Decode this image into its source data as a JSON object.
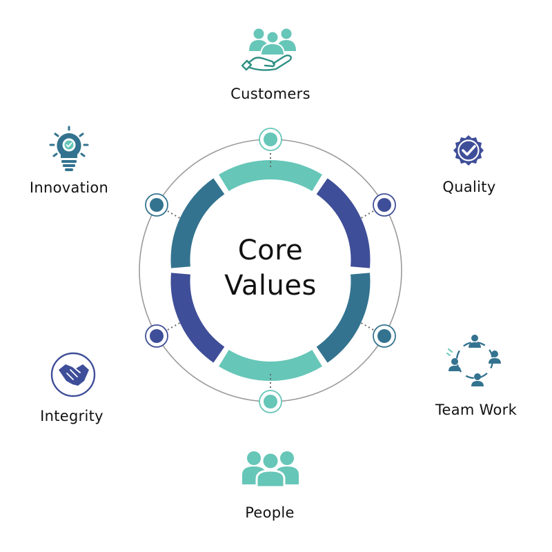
{
  "center": {
    "line1": "Core",
    "line2": "Values"
  },
  "values": [
    {
      "key": "customers",
      "label": "Customers",
      "icon": "hand-holding-people-icon"
    },
    {
      "key": "quality",
      "label": "Quality",
      "icon": "badge-check-icon"
    },
    {
      "key": "teamwork",
      "label": "Team Work",
      "icon": "team-network-icon"
    },
    {
      "key": "people",
      "label": "People",
      "icon": "people-group-icon"
    },
    {
      "key": "integrity",
      "label": "Integrity",
      "icon": "handshake-icon"
    },
    {
      "key": "innovation",
      "label": "Innovation",
      "icon": "lightbulb-check-icon"
    }
  ],
  "colors": {
    "teal": "#66C6B8",
    "navy": "#3F4E98",
    "steel": "#33738F",
    "ring": "#9A9A9A",
    "text": "#111111"
  }
}
